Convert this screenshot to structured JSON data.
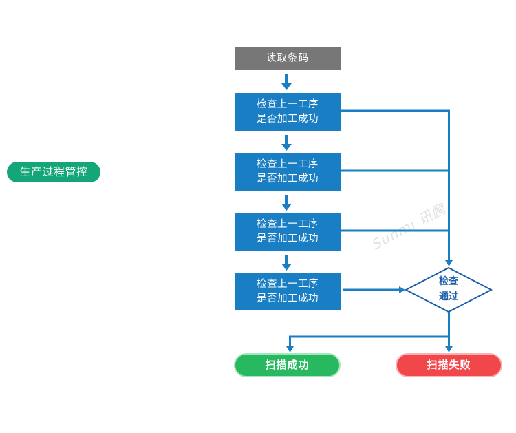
{
  "side_label": "生产过程管控",
  "flow": {
    "start": "读取条码",
    "checks": [
      {
        "line1": "检查上一工序",
        "line2": "是否加工成功"
      },
      {
        "line1": "检查上一工序",
        "line2": "是否加工成功"
      },
      {
        "line1": "检查上一工序",
        "line2": "是否加工成功"
      },
      {
        "line1": "检查上一工序",
        "line2": "是否加工成功"
      }
    ],
    "decision": {
      "line1": "检查",
      "line2": "通过"
    },
    "success": "扫描成功",
    "failure": "扫描失败"
  },
  "watermark": "Sunmi 讯鹏",
  "colors": {
    "start_box": "#777777",
    "step_box": "#1a7ec4",
    "connector": "#1a7ec4",
    "decision_border": "#1a5fa8",
    "side_label": "#14a579",
    "success": "#27b860",
    "failure": "#f2474a"
  }
}
